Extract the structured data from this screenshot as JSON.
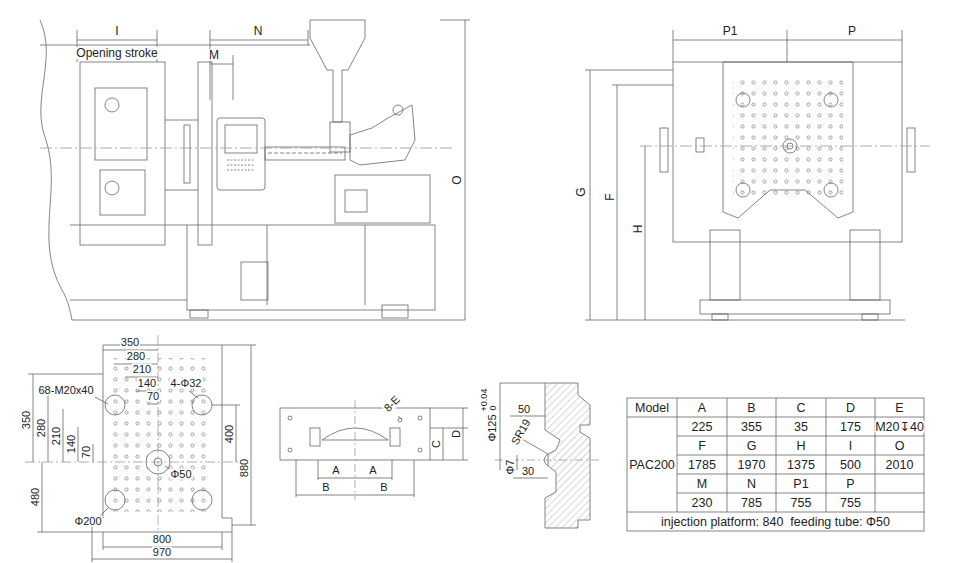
{
  "diagram": {
    "labels": [
      "I",
      "Opening stroke",
      "N",
      "M",
      "O",
      "P1",
      "P",
      "G",
      "F",
      "H",
      "350",
      "280",
      "210",
      "140",
      "70",
      "68-M20x40",
      "4-Φ32",
      "350",
      "280",
      "210",
      "140",
      "70",
      "400",
      "880",
      "Φ50",
      "480",
      "Φ200",
      "800",
      "970",
      "8-E",
      "A",
      "A",
      "B",
      "B",
      "C",
      "D",
      "+0.04",
      "0",
      "Φ125",
      "50",
      "SR19",
      "Φ7",
      "30",
      "Model",
      "A",
      "B",
      "C",
      "D",
      "E",
      "PAC200",
      "225",
      "355",
      "35",
      "175",
      "M20↧40",
      "F",
      "G",
      "H",
      "I",
      "O",
      "1785",
      "1970",
      "1375",
      "500",
      "2010",
      "M",
      "N",
      "P1",
      "P",
      "230",
      "785",
      "755",
      "755",
      "injection platform: 840  feeding tube: Φ50"
    ]
  }
}
